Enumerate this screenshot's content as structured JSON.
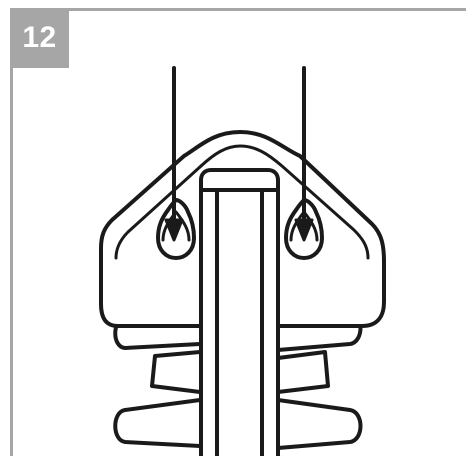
{
  "step": {
    "number": "12"
  },
  "colors": {
    "badge_background": "#a6a6a6",
    "badge_text": "#ffffff",
    "border": "#a6a6a6",
    "line_art": "#1a1a1a"
  },
  "illustration": {
    "parts": [
      "mounting-bracket",
      "blade-bar",
      "cutter-teeth",
      "keyhole-slot-left",
      "keyhole-slot-right",
      "arrow-left",
      "arrow-right"
    ]
  }
}
